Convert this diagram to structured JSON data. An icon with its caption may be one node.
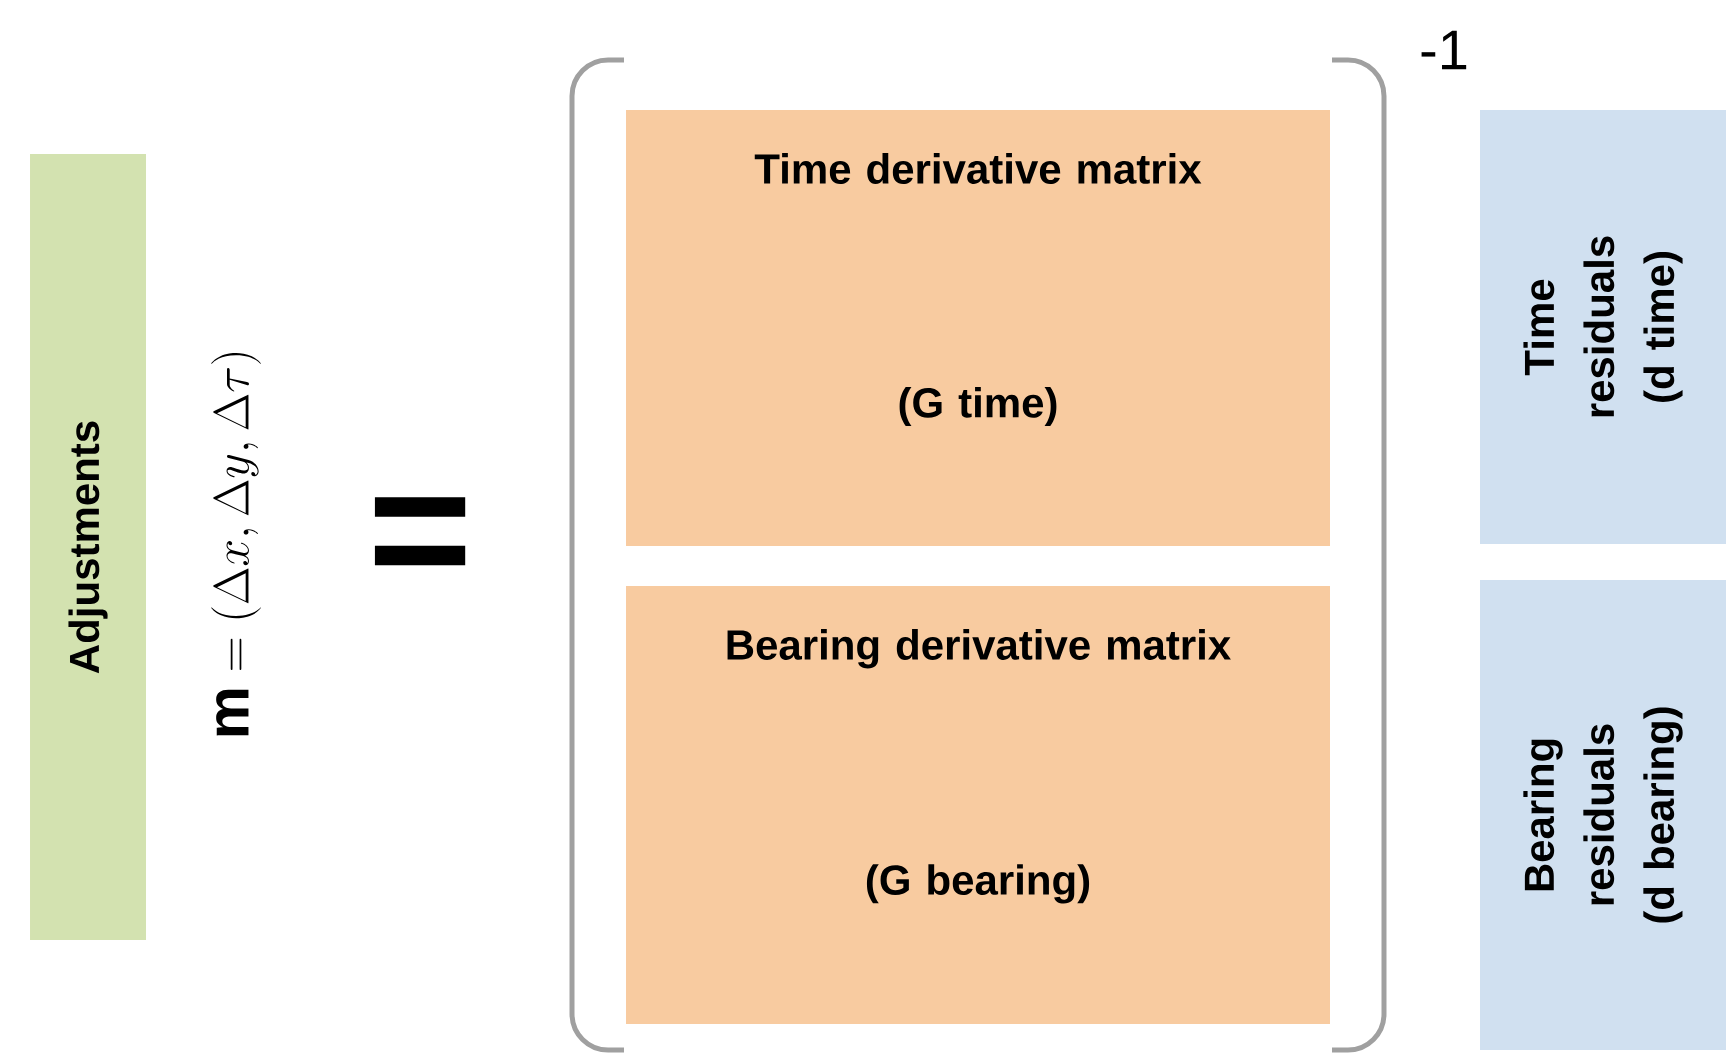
{
  "diagram": {
    "nodes": [
      {
        "text": [
          "Adjustments"
        ]
      },
      {
        "text": [
          "Time derivative matrix",
          "(G time)"
        ]
      },
      {
        "text": [
          "Bearing derivative matrix",
          "(G bearing)"
        ]
      },
      {
        "text": [
          "Time residuals (d time)"
        ]
      },
      {
        "text": [
          "Bearing residuals (d bearing)"
        ]
      }
    ],
    "labels": [
      "\\mathbf{m} = (\\Delta x, \\Delta y, \\Delta \\tau)",
      "=",
      "-1"
    ]
  }
}
